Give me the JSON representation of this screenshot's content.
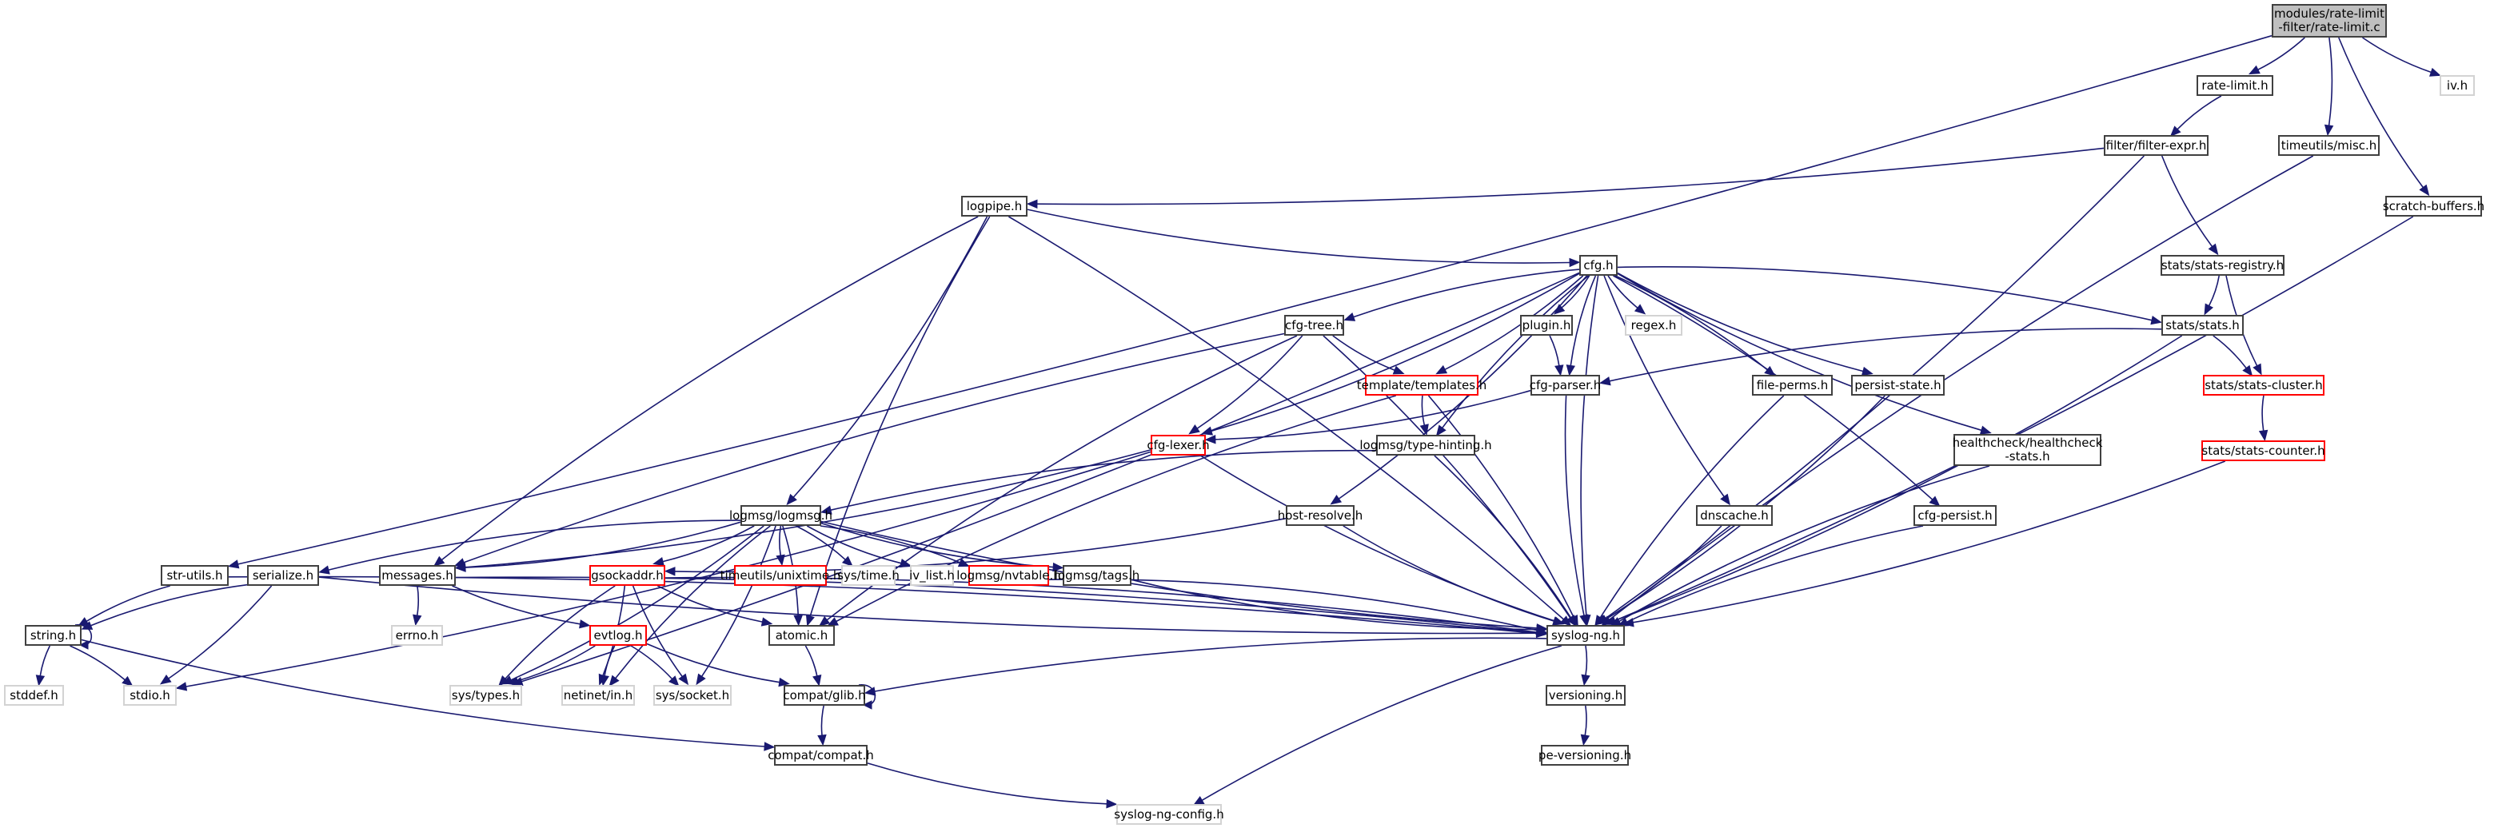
{
  "graph": {
    "title": "Include dependency graph for rate-limit.c",
    "legend_meaning": {
      "root": "file documented (grey fill)",
      "normal": "included header (black border)",
      "truncated": "header with truncated dependency subgraph (red border)",
      "system": "external/system header (light grey border)"
    },
    "colors": {
      "edge": "#191970",
      "root_fill": "#bfbfbf",
      "normal_border": "#404040",
      "truncated_border": "#ff0000",
      "system_border": "#d3d3d3"
    },
    "nodes": [
      {
        "id": "rate-limit-c",
        "label": "modules/rate-limit\n-filter/rate-limit.c",
        "kind": "root"
      },
      {
        "id": "rate-limit-h",
        "label": "rate-limit.h",
        "kind": "normal"
      },
      {
        "id": "iv-h",
        "label": "iv.h",
        "kind": "system"
      },
      {
        "id": "filter-expr-h",
        "label": "filter/filter-expr.h",
        "kind": "normal"
      },
      {
        "id": "timeutils-misc-h",
        "label": "timeutils/misc.h",
        "kind": "normal"
      },
      {
        "id": "scratch-buffers-h",
        "label": "scratch-buffers.h",
        "kind": "normal"
      },
      {
        "id": "logpipe-h",
        "label": "logpipe.h",
        "kind": "normal"
      },
      {
        "id": "stats-registry-h",
        "label": "stats/stats-registry.h",
        "kind": "normal"
      },
      {
        "id": "cfg-h",
        "label": "cfg.h",
        "kind": "normal"
      },
      {
        "id": "stats-h",
        "label": "stats/stats.h",
        "kind": "normal"
      },
      {
        "id": "cfg-tree-h",
        "label": "cfg-tree.h",
        "kind": "normal"
      },
      {
        "id": "plugin-h",
        "label": "plugin.h",
        "kind": "normal"
      },
      {
        "id": "regex-h",
        "label": "regex.h",
        "kind": "system"
      },
      {
        "id": "templates-h",
        "label": "template/templates.h",
        "kind": "truncated"
      },
      {
        "id": "cfg-parser-h",
        "label": "cfg-parser.h",
        "kind": "normal"
      },
      {
        "id": "file-perms-h",
        "label": "file-perms.h",
        "kind": "normal"
      },
      {
        "id": "persist-state-h",
        "label": "persist-state.h",
        "kind": "normal"
      },
      {
        "id": "stats-cluster-h",
        "label": "stats/stats-cluster.h",
        "kind": "truncated"
      },
      {
        "id": "healthcheck-stats-h",
        "label": "healthcheck/healthcheck\n-stats.h",
        "kind": "normal"
      },
      {
        "id": "cfg-lexer-h",
        "label": "cfg-lexer.h",
        "kind": "truncated"
      },
      {
        "id": "type-hinting-h",
        "label": "logmsg/type-hinting.h",
        "kind": "normal"
      },
      {
        "id": "stats-counter-h",
        "label": "stats/stats-counter.h",
        "kind": "truncated"
      },
      {
        "id": "logmsg-h",
        "label": "logmsg/logmsg.h",
        "kind": "normal"
      },
      {
        "id": "host-resolve-h",
        "label": "host-resolve.h",
        "kind": "normal"
      },
      {
        "id": "dnscache-h",
        "label": "dnscache.h",
        "kind": "normal"
      },
      {
        "id": "cfg-persist-h",
        "label": "cfg-persist.h",
        "kind": "normal"
      },
      {
        "id": "str-utils-h",
        "label": "str-utils.h",
        "kind": "normal"
      },
      {
        "id": "serialize-h",
        "label": "serialize.h",
        "kind": "normal"
      },
      {
        "id": "messages-h",
        "label": "messages.h",
        "kind": "normal"
      },
      {
        "id": "gsockaddr-h",
        "label": "gsockaddr.h",
        "kind": "truncated"
      },
      {
        "id": "unixtime-h",
        "label": "timeutils/unixtime.h",
        "kind": "truncated"
      },
      {
        "id": "sys-time-h",
        "label": "sys/time.h",
        "kind": "system"
      },
      {
        "id": "iv-list-h",
        "label": "iv_list.h",
        "kind": "system"
      },
      {
        "id": "nvtable-h",
        "label": "logmsg/nvtable.h",
        "kind": "truncated"
      },
      {
        "id": "tags-h",
        "label": "logmsg/tags.h",
        "kind": "normal"
      },
      {
        "id": "string-h",
        "label": "string.h",
        "kind": "normal"
      },
      {
        "id": "errno-h",
        "label": "errno.h",
        "kind": "system"
      },
      {
        "id": "evtlog-h",
        "label": "evtlog.h",
        "kind": "truncated"
      },
      {
        "id": "atomic-h",
        "label": "atomic.h",
        "kind": "normal"
      },
      {
        "id": "syslog-ng-h",
        "label": "syslog-ng.h",
        "kind": "normal"
      },
      {
        "id": "stddef-h",
        "label": "stddef.h",
        "kind": "system"
      },
      {
        "id": "stdio-h",
        "label": "stdio.h",
        "kind": "system"
      },
      {
        "id": "sys-types-h",
        "label": "sys/types.h",
        "kind": "system"
      },
      {
        "id": "netinet-in-h",
        "label": "netinet/in.h",
        "kind": "system"
      },
      {
        "id": "sys-socket-h",
        "label": "sys/socket.h",
        "kind": "system"
      },
      {
        "id": "compat-glib-h",
        "label": "compat/glib.h",
        "kind": "normal"
      },
      {
        "id": "versioning-h",
        "label": "versioning.h",
        "kind": "normal"
      },
      {
        "id": "compat-compat-h",
        "label": "compat/compat.h",
        "kind": "normal"
      },
      {
        "id": "pe-versioning-h",
        "label": "pe-versioning.h",
        "kind": "normal"
      },
      {
        "id": "syslog-ng-config-h",
        "label": "syslog-ng-config.h",
        "kind": "system"
      }
    ],
    "edges": [
      [
        "rate-limit-c",
        "rate-limit-h"
      ],
      [
        "rate-limit-c",
        "iv-h"
      ],
      [
        "rate-limit-c",
        "timeutils-misc-h"
      ],
      [
        "rate-limit-c",
        "scratch-buffers-h"
      ],
      [
        "rate-limit-c",
        "str-utils-h"
      ],
      [
        "rate-limit-h",
        "filter-expr-h"
      ],
      [
        "filter-expr-h",
        "logpipe-h"
      ],
      [
        "filter-expr-h",
        "stats-registry-h"
      ],
      [
        "filter-expr-h",
        "syslog-ng-h"
      ],
      [
        "timeutils-misc-h",
        "syslog-ng-h"
      ],
      [
        "scratch-buffers-h",
        "syslog-ng-h"
      ],
      [
        "logpipe-h",
        "cfg-h"
      ],
      [
        "logpipe-h",
        "logmsg-h"
      ],
      [
        "logpipe-h",
        "messages-h"
      ],
      [
        "logpipe-h",
        "syslog-ng-h"
      ],
      [
        "logpipe-h",
        "atomic-h"
      ],
      [
        "stats-registry-h",
        "stats-h"
      ],
      [
        "stats-registry-h",
        "stats-cluster-h"
      ],
      [
        "stats-h",
        "stats-cluster-h"
      ],
      [
        "stats-h",
        "cfg-parser-h"
      ],
      [
        "stats-h",
        "syslog-ng-h"
      ],
      [
        "stats-cluster-h",
        "stats-counter-h"
      ],
      [
        "stats-counter-h",
        "syslog-ng-h"
      ],
      [
        "cfg-h",
        "cfg-tree-h"
      ],
      [
        "cfg-h",
        "plugin-h"
      ],
      [
        "cfg-h",
        "regex-h"
      ],
      [
        "cfg-h",
        "templates-h"
      ],
      [
        "cfg-h",
        "cfg-parser-h"
      ],
      [
        "cfg-h",
        "file-perms-h"
      ],
      [
        "cfg-h",
        "persist-state-h"
      ],
      [
        "cfg-h",
        "stats-h"
      ],
      [
        "cfg-h",
        "healthcheck-stats-h"
      ],
      [
        "cfg-h",
        "cfg-lexer-h"
      ],
      [
        "cfg-h",
        "type-hinting-h"
      ],
      [
        "cfg-h",
        "host-resolve-h"
      ],
      [
        "cfg-h",
        "dnscache-h"
      ],
      [
        "cfg-h",
        "cfg-persist-h"
      ],
      [
        "cfg-h",
        "syslog-ng-h"
      ],
      [
        "cfg-h",
        "sys-types-h"
      ],
      [
        "cfg-tree-h",
        "templates-h"
      ],
      [
        "cfg-tree-h",
        "cfg-lexer-h"
      ],
      [
        "cfg-tree-h",
        "messages-h"
      ],
      [
        "cfg-tree-h",
        "syslog-ng-h"
      ],
      [
        "cfg-tree-h",
        "atomic-h"
      ],
      [
        "plugin-h",
        "cfg-parser-h"
      ],
      [
        "templates-h",
        "type-hinting-h"
      ],
      [
        "templates-h",
        "syslog-ng-h"
      ],
      [
        "templates-h",
        "atomic-h"
      ],
      [
        "cfg-parser-h",
        "cfg-lexer-h"
      ],
      [
        "cfg-parser-h",
        "syslog-ng-h"
      ],
      [
        "cfg-lexer-h",
        "messages-h"
      ],
      [
        "cfg-lexer-h",
        "syslog-ng-h"
      ],
      [
        "cfg-lexer-h",
        "stdio-h"
      ],
      [
        "type-hinting-h",
        "logmsg-h"
      ],
      [
        "type-hinting-h",
        "syslog-ng-h"
      ],
      [
        "file-perms-h",
        "syslog-ng-h"
      ],
      [
        "persist-state-h",
        "syslog-ng-h"
      ],
      [
        "healthcheck-stats-h",
        "syslog-ng-h"
      ],
      [
        "host-resolve-h",
        "gsockaddr-h"
      ],
      [
        "host-resolve-h",
        "syslog-ng-h"
      ],
      [
        "dnscache-h",
        "syslog-ng-h"
      ],
      [
        "cfg-persist-h",
        "syslog-ng-h"
      ],
      [
        "logmsg-h",
        "messages-h"
      ],
      [
        "logmsg-h",
        "serialize-h"
      ],
      [
        "logmsg-h",
        "gsockaddr-h"
      ],
      [
        "logmsg-h",
        "unixtime-h"
      ],
      [
        "logmsg-h",
        "sys-time-h"
      ],
      [
        "logmsg-h",
        "iv-list-h"
      ],
      [
        "logmsg-h",
        "nvtable-h"
      ],
      [
        "logmsg-h",
        "tags-h"
      ],
      [
        "logmsg-h",
        "atomic-h"
      ],
      [
        "logmsg-h",
        "syslog-ng-h"
      ],
      [
        "logmsg-h",
        "sys-types-h"
      ],
      [
        "logmsg-h",
        "netinet-in-h"
      ],
      [
        "logmsg-h",
        "sys-socket-h"
      ],
      [
        "str-utils-h",
        "string-h"
      ],
      [
        "str-utils-h",
        "syslog-ng-h"
      ],
      [
        "serialize-h",
        "string-h"
      ],
      [
        "serialize-h",
        "stdio-h"
      ],
      [
        "serialize-h",
        "syslog-ng-h"
      ],
      [
        "messages-h",
        "errno-h"
      ],
      [
        "messages-h",
        "evtlog-h"
      ],
      [
        "messages-h",
        "syslog-ng-h"
      ],
      [
        "gsockaddr-h",
        "sys-types-h"
      ],
      [
        "gsockaddr-h",
        "netinet-in-h"
      ],
      [
        "gsockaddr-h",
        "sys-socket-h"
      ],
      [
        "gsockaddr-h",
        "syslog-ng-h"
      ],
      [
        "gsockaddr-h",
        "atomic-h"
      ],
      [
        "nvtable-h",
        "syslog-ng-h"
      ],
      [
        "tags-h",
        "syslog-ng-h"
      ],
      [
        "string-h",
        "string-h"
      ],
      [
        "string-h",
        "stddef-h"
      ],
      [
        "string-h",
        "stdio-h"
      ],
      [
        "string-h",
        "compat-compat-h"
      ],
      [
        "evtlog-h",
        "sys-types-h"
      ],
      [
        "evtlog-h",
        "netinet-in-h"
      ],
      [
        "evtlog-h",
        "sys-socket-h"
      ],
      [
        "evtlog-h",
        "compat-glib-h"
      ],
      [
        "atomic-h",
        "compat-glib-h"
      ],
      [
        "syslog-ng-h",
        "compat-glib-h"
      ],
      [
        "syslog-ng-h",
        "versioning-h"
      ],
      [
        "syslog-ng-h",
        "syslog-ng-config-h"
      ],
      [
        "compat-glib-h",
        "compat-glib-h"
      ],
      [
        "compat-glib-h",
        "compat-compat-h"
      ],
      [
        "versioning-h",
        "pe-versioning-h"
      ],
      [
        "compat-compat-h",
        "syslog-ng-config-h"
      ]
    ]
  }
}
